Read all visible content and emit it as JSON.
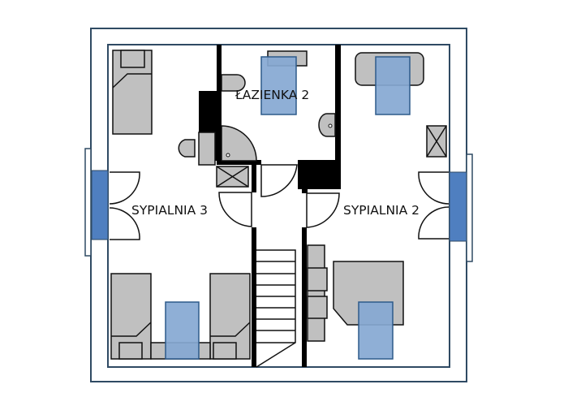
{
  "rooms": {
    "bathroom": "ŁAZIENKA 2",
    "bedroom_left": "SYPIALNIA 3",
    "bedroom_right": "SYPIALNIA 2"
  },
  "colors": {
    "wall": "#000000",
    "outline": "#2f4a63",
    "furniture": "#c0c0c0",
    "highlight": "#86a8d3",
    "window": "#4f7fc0"
  }
}
